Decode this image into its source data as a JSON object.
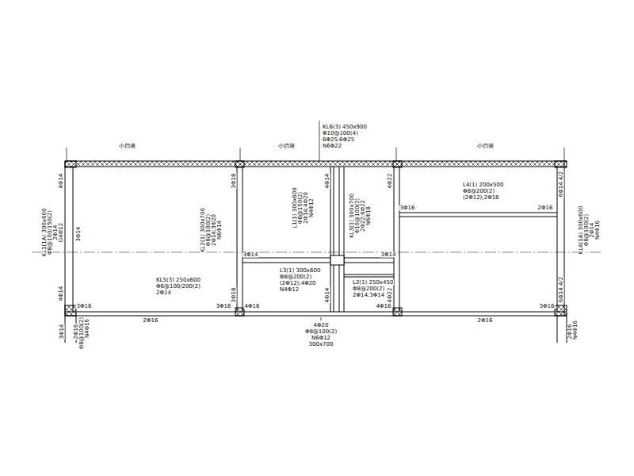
{
  "diagram": {
    "labels": [
      "小挡墙",
      "小挡墙",
      "小挡墙",
      "KL6(3) 450x900",
      "Φ10@100(4)",
      "6Φ25;6Φ25",
      "N6Φ22",
      "KL1(1A) 300x600",
      "Φ8@100/150(2)",
      "2Φ14",
      "G4Φ12",
      "4Φ14",
      "3Φ14",
      "4Φ14",
      "3Φ16",
      "2Φ16",
      "3Φ14",
      "2Φ16",
      "Φ8@100(2)",
      "N4Φ16",
      "KL5(3) 250x600",
      "Φ6@100/200(2)",
      "2Φ14",
      "KL2(1) 300x700",
      "Φ8@100(2)",
      "2Φ14;3Φ20",
      "N6Φ14",
      "3Φ18",
      "3Φ14",
      "3Φ18",
      "3Φ16",
      "4Φ16",
      "L1(1) 300x600",
      "Φ8@150(2)",
      "2Φ14;4Φ20",
      "N4Φ12",
      "4Φ14",
      "4Φ14",
      "L3(1) 300x600",
      "Φ8@200(2)",
      "(2Φ12);4Φ20",
      "N4Φ12",
      "KL3(1) 300x700",
      "Φ10@100(2)",
      "2Φ22;6Φ22",
      "N6Φ18",
      "L2(1) 250x450",
      "Φ8@200(2)",
      "2Φ14;3Φ14",
      "4Φ22",
      "3Φ16",
      "3Φ14",
      "4Φ16",
      "4Φ22",
      "4Φ20",
      "Φ8@100(2)",
      "N6Φ12",
      "300x700",
      "L4(1) 200x500",
      "Φ8@200(2)",
      "(2Φ12);2Φ18",
      "2Φ16",
      "6Φ14 4/2",
      "6Φ14 4/2",
      "KL4(1A) 300x600",
      "Φ8@100(2)",
      "2Φ14",
      "N4Φ16",
      "3Φ16",
      "2Φ16",
      "2Φ16",
      "N4Φ16"
    ]
  }
}
